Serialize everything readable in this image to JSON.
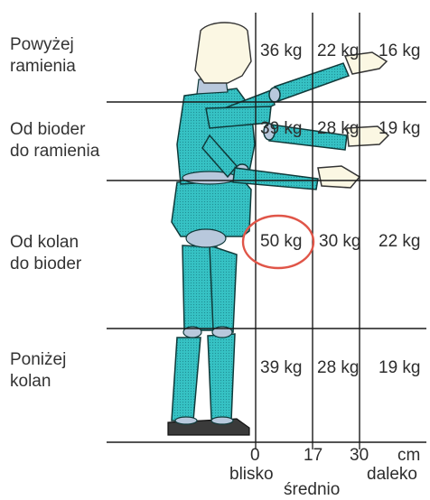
{
  "zones": [
    {
      "label_line1": "Powyżej",
      "label_line2": "ramienia",
      "values": [
        "36 kg",
        "22 kg",
        "16 kg"
      ]
    },
    {
      "label_line1": "Od bioder",
      "label_line2": "do ramienia",
      "values": [
        "39 kg",
        "28 kg",
        "19 kg"
      ]
    },
    {
      "label_line1": "Od kolan",
      "label_line2": "do bioder",
      "values": [
        "50 kg",
        "30 kg",
        "22 kg"
      ]
    },
    {
      "label_line1": "Poniżej",
      "label_line2": "kolan",
      "values": [
        "39 kg",
        "28 kg",
        "19 kg"
      ]
    }
  ],
  "axis": {
    "ticks": [
      "0",
      "17",
      "30"
    ],
    "unit": "cm",
    "distance_labels": {
      "near": "blisko",
      "mid": "średnio",
      "far": "daleko"
    }
  },
  "highlight": {
    "zone_index": 2,
    "value_index": 0
  },
  "colors": {
    "figure_fill": "#36c2c4",
    "figure_stroke": "#103a3a",
    "joint_fill": "#b8c8dc",
    "head_fill": "#fbf7e3",
    "highlight_ring": "#e05548",
    "line": "#1a1a1a"
  }
}
